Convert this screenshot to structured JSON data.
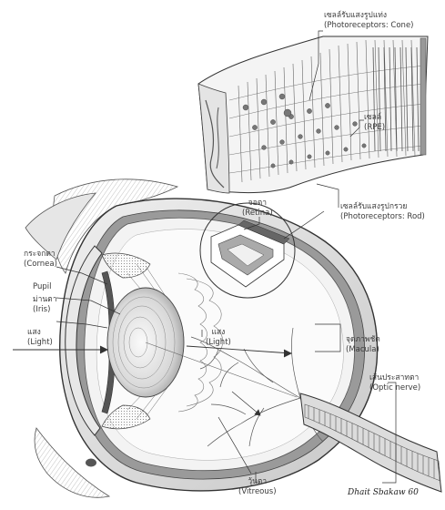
{
  "labels": {
    "cone": {
      "th": "เซลล์รับแสงรูปแท่ง",
      "en": "(Photoreceptors: Cone)"
    },
    "rpe": {
      "th": "เซลล์",
      "en": "(RPE)"
    },
    "rod": {
      "th": "เซลล์รับแสงรูปกรวย",
      "en": "(Photoreceptors: Rod)"
    },
    "retina": {
      "th": "จอตา",
      "en": "(Retina)"
    },
    "cornea": {
      "th": "กระจกตา",
      "en": "(Cornea)"
    },
    "pupil": {
      "en": "Pupil"
    },
    "iris": {
      "th": "ม่านตา",
      "en": "(Iris)"
    },
    "light_left": {
      "th": "แสง",
      "en": "(Light)"
    },
    "light_inner": {
      "th": "แสง",
      "en": "(Light)"
    },
    "macula": {
      "th": "จุดภาพชัด",
      "en": "(Macula)"
    },
    "optic": {
      "th": "เส้นประสาทตา",
      "en": "(Optic nerve)"
    },
    "vitreous": {
      "th": "วุ้นตา",
      "en": "(Vitreous)"
    }
  },
  "signature": "Dhait Sbakaw 60",
  "colors": {
    "line": "#333333",
    "shade": "#8a8a8a",
    "lightshade": "#d4d4d4",
    "dark": "#4a4a4a"
  }
}
